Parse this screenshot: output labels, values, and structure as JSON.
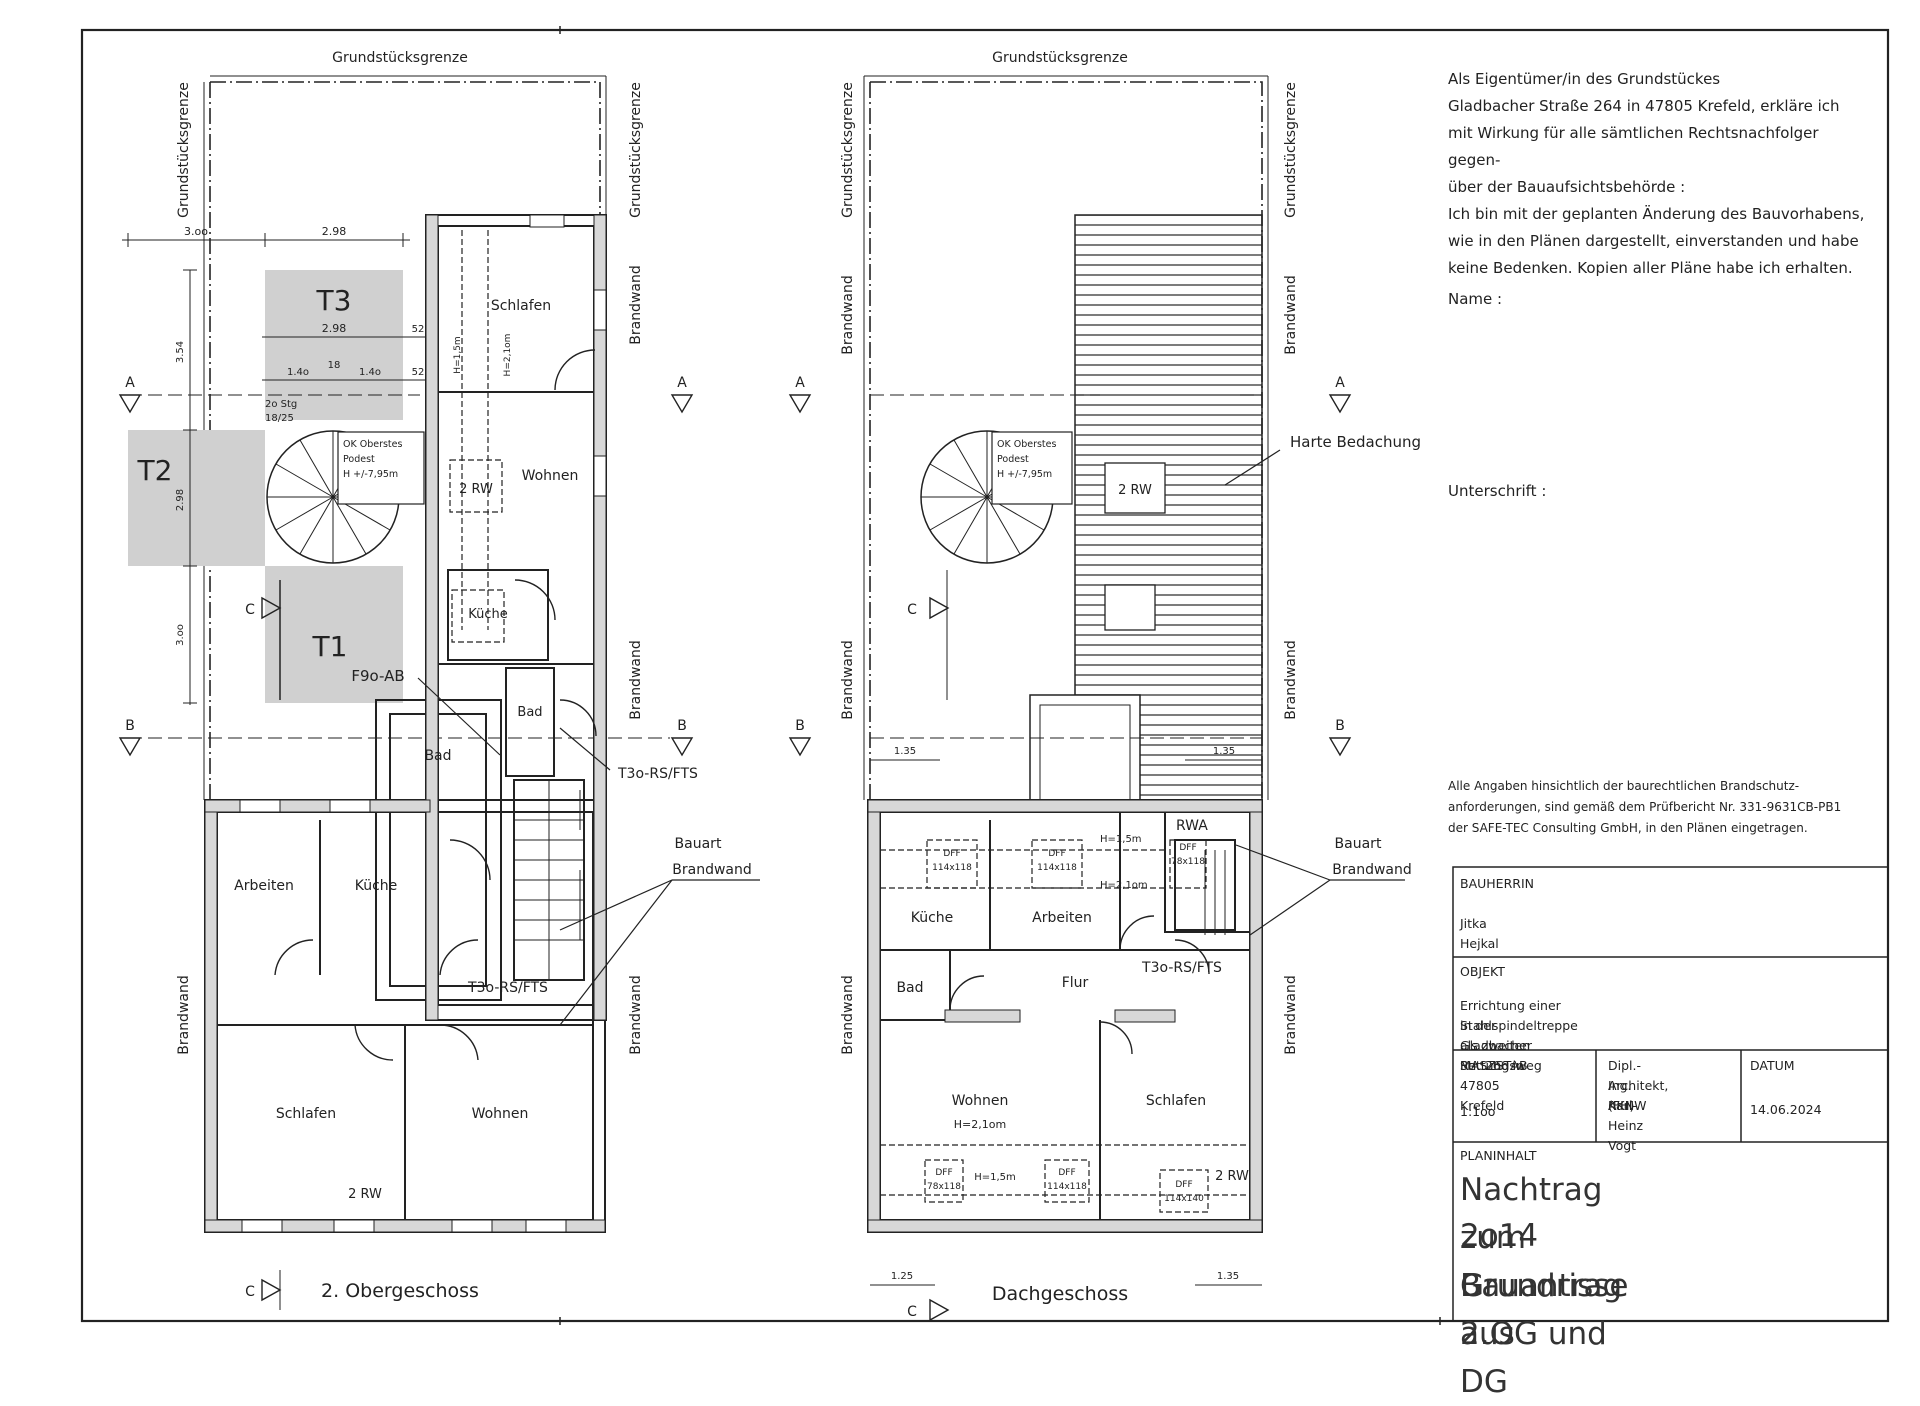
{
  "sheet": {
    "boundary": "Grundstücksgrenze",
    "fire_wall": "Brandwand",
    "section_a": "A",
    "section_b": "B",
    "section_c": "C"
  },
  "plan_left": {
    "caption": "2. Obergeschoss",
    "rooms": {
      "schlafen_top": "Schlafen",
      "wohnen_top": "Wohnen",
      "kueche_small": "Küche",
      "bad_small": "Bad",
      "bad": "Bad",
      "arbeiten": "Arbeiten",
      "kueche": "Küche",
      "schlafen_bottom": "Schlafen",
      "wohnen_bottom": "Wohnen"
    },
    "zones": {
      "t1": "T1",
      "t2": "T2",
      "t3": "T3"
    },
    "labels": {
      "f90": "F9o-AB",
      "t30_right": "T3o-RS/FTS",
      "t30_bottom": "T3o-RS/FTS",
      "bauart": "Bauart",
      "brandwand": "Brandwand",
      "stair_steps": "2o Stg",
      "stair_ratio": "18/25",
      "ok_line1": "OK Oberstes",
      "ok_line2": "Podest",
      "ok_line3": "H +/-7,95m",
      "rw_1": "2 RW",
      "rw_2": "2 RW",
      "h15": "H=1,5m",
      "h21": "H=2,1om"
    },
    "dims": {
      "d300_top": "3.oo",
      "d298_top": "2.98",
      "d298_t3": "2.98",
      "d52_a": "52",
      "d140_a": "1.4o",
      "d18": "18",
      "d140_b": "1.4o",
      "d52_b": "52",
      "d354": "3.54",
      "d298_v": "2.98",
      "d300_v": "3.oo"
    }
  },
  "plan_right": {
    "caption": "Dachgeschoss",
    "rooms": {
      "kueche": "Küche",
      "arbeiten": "Arbeiten",
      "flur": "Flur",
      "bad": "Bad",
      "wohnen": "Wohnen",
      "schlafen": "Schlafen",
      "rwa": "RWA"
    },
    "labels": {
      "harte": "Harte Bedachung",
      "rw_roof": "2 RW",
      "rw_bottom": "2 RW",
      "t30": "T3o-RS/FTS",
      "bauart": "Bauart",
      "brandwand": "Brandwand",
      "ok_line1": "OK Oberstes",
      "ok_line2": "Podest",
      "ok_line3": "H +/-7,95m",
      "h15_a": "H=1,5m",
      "h21_a": "H=2,1om",
      "h21_b": "H=2,1om",
      "h15_b": "H=1,5m"
    },
    "windows": {
      "w1_a": "DFF",
      "w1_b": "114x118",
      "w2_a": "DFF",
      "w2_b": "114x118",
      "w3_a": "DFF",
      "w3_b": "78x118",
      "w4_a": "DFF",
      "w4_b": "78x118",
      "w5_a": "DFF",
      "w5_b": "114x118",
      "w6_a": "DFF",
      "w6_b": "114x140"
    },
    "dims": {
      "d135_a": "1.35",
      "d135_b": "1.35",
      "d125": "1.25",
      "d135_c": "1.35"
    }
  },
  "declaration": {
    "lines": [
      "Als Eigentümer/in des Grundstückes",
      "Gladbacher Straße 264 in 47805 Krefeld, erkläre ich",
      "mit Wirkung für alle sämtlichen Rechtsnachfolger gegen-",
      "über der Bauaufsichtsbehörde :",
      "Ich bin mit der geplanten Änderung des Bauvorhabens,",
      "wie in den Plänen dargestellt, einverstanden und habe",
      "keine Bedenken. Kopien aller Pläne habe ich erhalten."
    ],
    "name_label": "Name :",
    "signature_label": "Unterschrift :"
  },
  "fire_note": {
    "lines": [
      "Alle Angaben hinsichtlich der baurechtlichen Brandschutz-",
      "anforderungen, sind gemäß dem Prüfbericht Nr. 331-9631CB-PB1",
      "der SAFE-TEC Consulting GmbH, in den Plänen eingetragen."
    ]
  },
  "title_block": {
    "bauherrin_label": "BAUHERRIN",
    "bauherrin": "Jitka Hejkal",
    "objekt_label": "OBJEKT",
    "objekt_line1": "Errichtung einer Stahlspindeltreppe als zweiten Rettungsweg",
    "objekt_line2": "in der Gladbacher Str. 266 in 47805 Krefeld",
    "massstab_label": "MASZSTAB",
    "massstab": "1:1oo",
    "architect_line1": "Dipl.-Ing. (FH)",
    "architect_line2": "Architekt, AKNW",
    "architect_line3": "Karl-Heinz Vogt",
    "datum_label": "DATUM",
    "datum": "14.06.2024",
    "planinhalt_label": "PLANINHALT",
    "planinhalt_line1": "Nachtrag zum Bauantrag aus",
    "planinhalt_line2": "2o14",
    "planinhalt_line3": "Grundrisse 2.OG und DG"
  }
}
